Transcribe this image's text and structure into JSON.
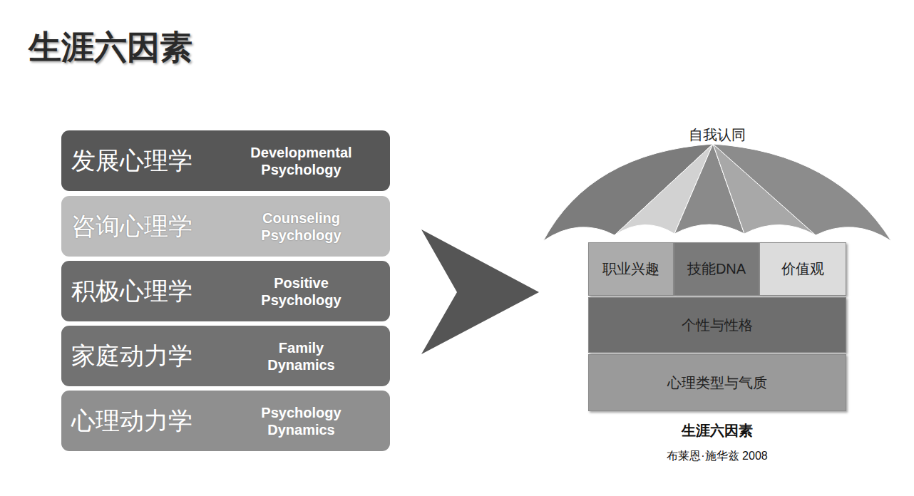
{
  "diagram": {
    "title": "生涯六因素",
    "caption": "生涯六因素",
    "nodes": [
      {
        "text": [
          "发展心理学",
          "Developmental Psychology"
        ]
      },
      {
        "text": [
          "咨询心理学",
          "Counseling Psychology"
        ]
      },
      {
        "text": [
          "积极心理学",
          "Positive Psychology"
        ]
      },
      {
        "text": [
          "家庭动力学",
          "Family Dynamics"
        ]
      },
      {
        "text": [
          "心理动力学",
          "Psychology Dynamics"
        ]
      },
      {
        "text": [
          "自我认同"
        ]
      },
      {
        "text": [
          "职业兴趣"
        ]
      },
      {
        "text": [
          "技能DNA"
        ]
      },
      {
        "text": [
          "价值观"
        ]
      },
      {
        "text": [
          "个性与性格"
        ]
      },
      {
        "text": [
          "心理类型与气质"
        ]
      }
    ],
    "labels": [
      "布莱恩·施华兹 2008"
    ]
  }
}
